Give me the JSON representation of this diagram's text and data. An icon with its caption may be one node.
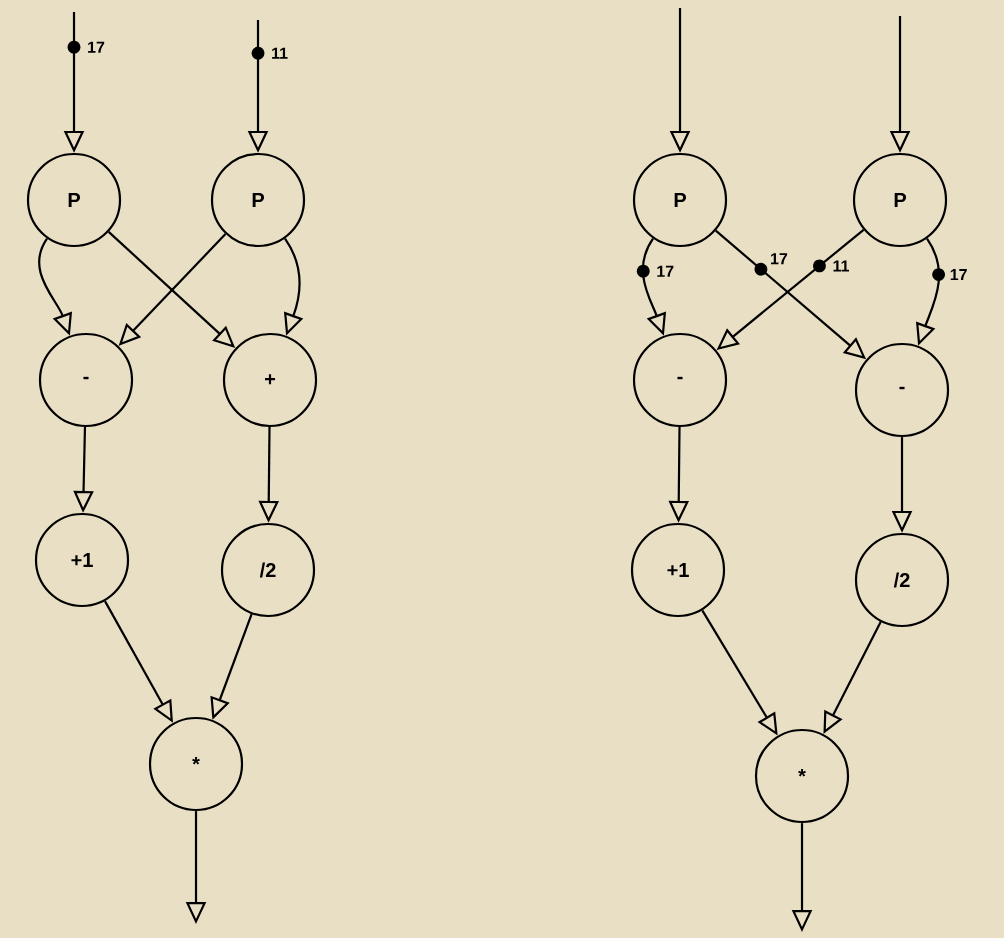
{
  "diagram": {
    "nodes": [
      {
        "text": [
          "P"
        ]
      },
      {
        "text": [
          "P"
        ]
      },
      {
        "text": [
          "-"
        ]
      },
      {
        "text": [
          "+"
        ]
      },
      {
        "text": [
          "+1"
        ]
      },
      {
        "text": [
          "/2"
        ]
      },
      {
        "text": [
          "*"
        ]
      },
      {
        "text": [
          "P"
        ]
      },
      {
        "text": [
          "P"
        ]
      },
      {
        "text": [
          "-"
        ]
      },
      {
        "text": [
          "-"
        ]
      },
      {
        "text": [
          "+1"
        ]
      },
      {
        "text": [
          "/2"
        ]
      },
      {
        "text": [
          "*"
        ]
      }
    ],
    "edges": [
      {
        "from": null,
        "to": 0,
        "arrow": "to",
        "label": "17"
      },
      {
        "from": null,
        "to": 1,
        "arrow": "to",
        "label": "11"
      },
      {
        "from": 0,
        "to": 2,
        "arrow": "to"
      },
      {
        "from": 0,
        "to": 3,
        "arrow": "to"
      },
      {
        "from": 1,
        "to": 2,
        "arrow": "to"
      },
      {
        "from": 1,
        "to": 3,
        "arrow": "to"
      },
      {
        "from": 2,
        "to": 4,
        "arrow": "to"
      },
      {
        "from": 3,
        "to": 5,
        "arrow": "to"
      },
      {
        "from": 4,
        "to": 6,
        "arrow": "to"
      },
      {
        "from": 5,
        "to": 6,
        "arrow": "to"
      },
      {
        "from": 6,
        "to": null,
        "arrow": "to"
      },
      {
        "from": null,
        "to": 7,
        "arrow": "to"
      },
      {
        "from": null,
        "to": 8,
        "arrow": "to"
      },
      {
        "from": 7,
        "to": 9,
        "arrow": "to",
        "label": "17"
      },
      {
        "from": 7,
        "to": 10,
        "arrow": "to",
        "label": "17"
      },
      {
        "from": 8,
        "to": 9,
        "arrow": "to",
        "label": "11"
      },
      {
        "from": 8,
        "to": 10,
        "arrow": "to",
        "label": "17"
      },
      {
        "from": 9,
        "to": 11,
        "arrow": "to"
      },
      {
        "from": 10,
        "to": 12,
        "arrow": "to"
      },
      {
        "from": 11,
        "to": 13,
        "arrow": "to"
      },
      {
        "from": 12,
        "to": 13,
        "arrow": "to"
      },
      {
        "from": 13,
        "to": null,
        "arrow": "to"
      }
    ]
  }
}
